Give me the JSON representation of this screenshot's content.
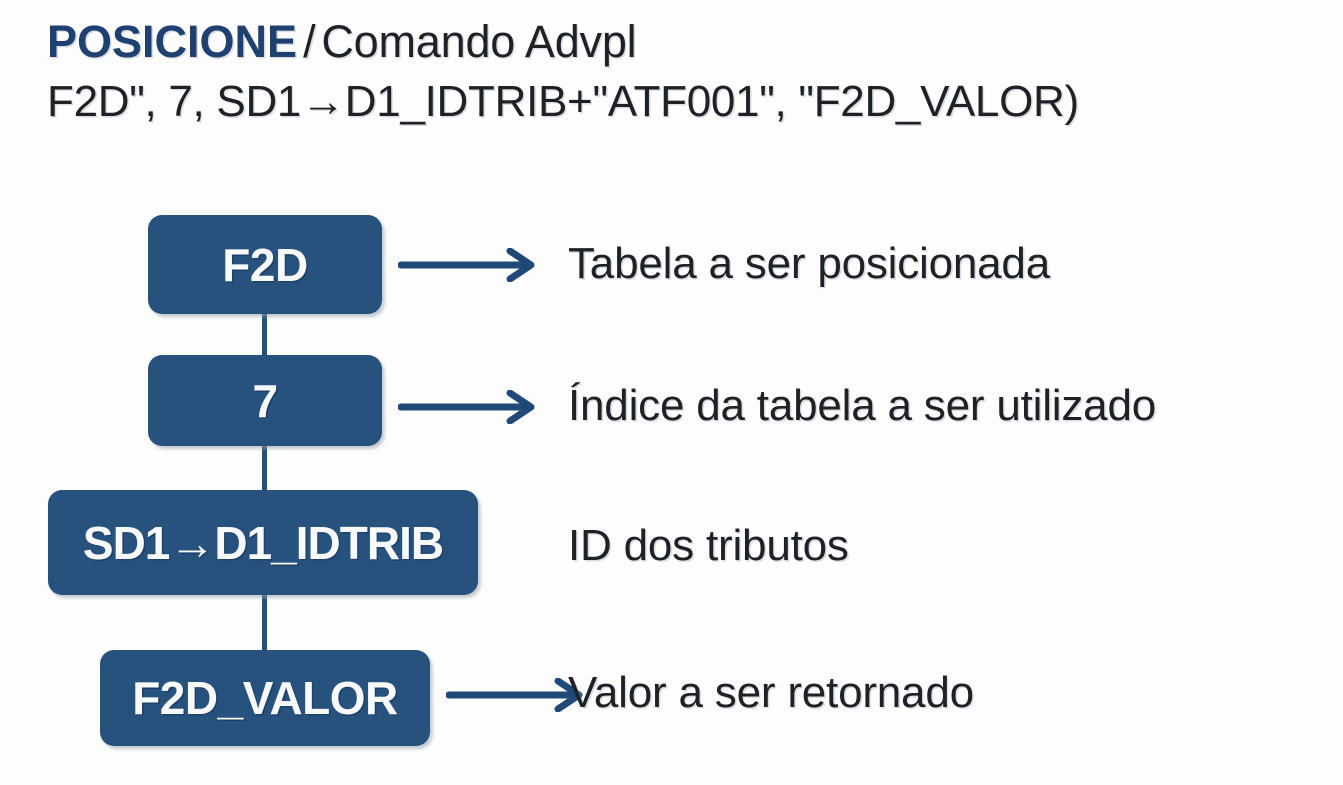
{
  "page": {
    "background_color": "#fdfdfd",
    "accent_color": "#27527e",
    "title_accent_color": "#1f4172",
    "text_color": "#1e2226",
    "node_text_color": "#f7f9fb"
  },
  "header": {
    "keyword": "POSICIONE",
    "separator": "/",
    "subtitle": "Comando Advpl",
    "signature": "F2D\", 7, SD1→D1_IDTRIB+\"ATF001\", \"F2D_VALOR)"
  },
  "diagram": {
    "type": "annotated-parameter-breakdown",
    "nodes": [
      {
        "id": "f2d",
        "label": "F2D",
        "description": "Tabela a ser posicionada",
        "has_arrow": true
      },
      {
        "id": "index",
        "label": "7",
        "description": "Índice da tabela a ser utilizado",
        "has_arrow": true
      },
      {
        "id": "idtrib",
        "label": "SD1→D1_IDTRIB",
        "description": "ID dos tributos",
        "has_arrow": false
      },
      {
        "id": "valor",
        "label": "F2D_VALOR",
        "description": "Valor a ser retornado",
        "has_arrow": true
      }
    ],
    "connector_count": 3,
    "arrow_icon": "right-arrow-icon"
  }
}
